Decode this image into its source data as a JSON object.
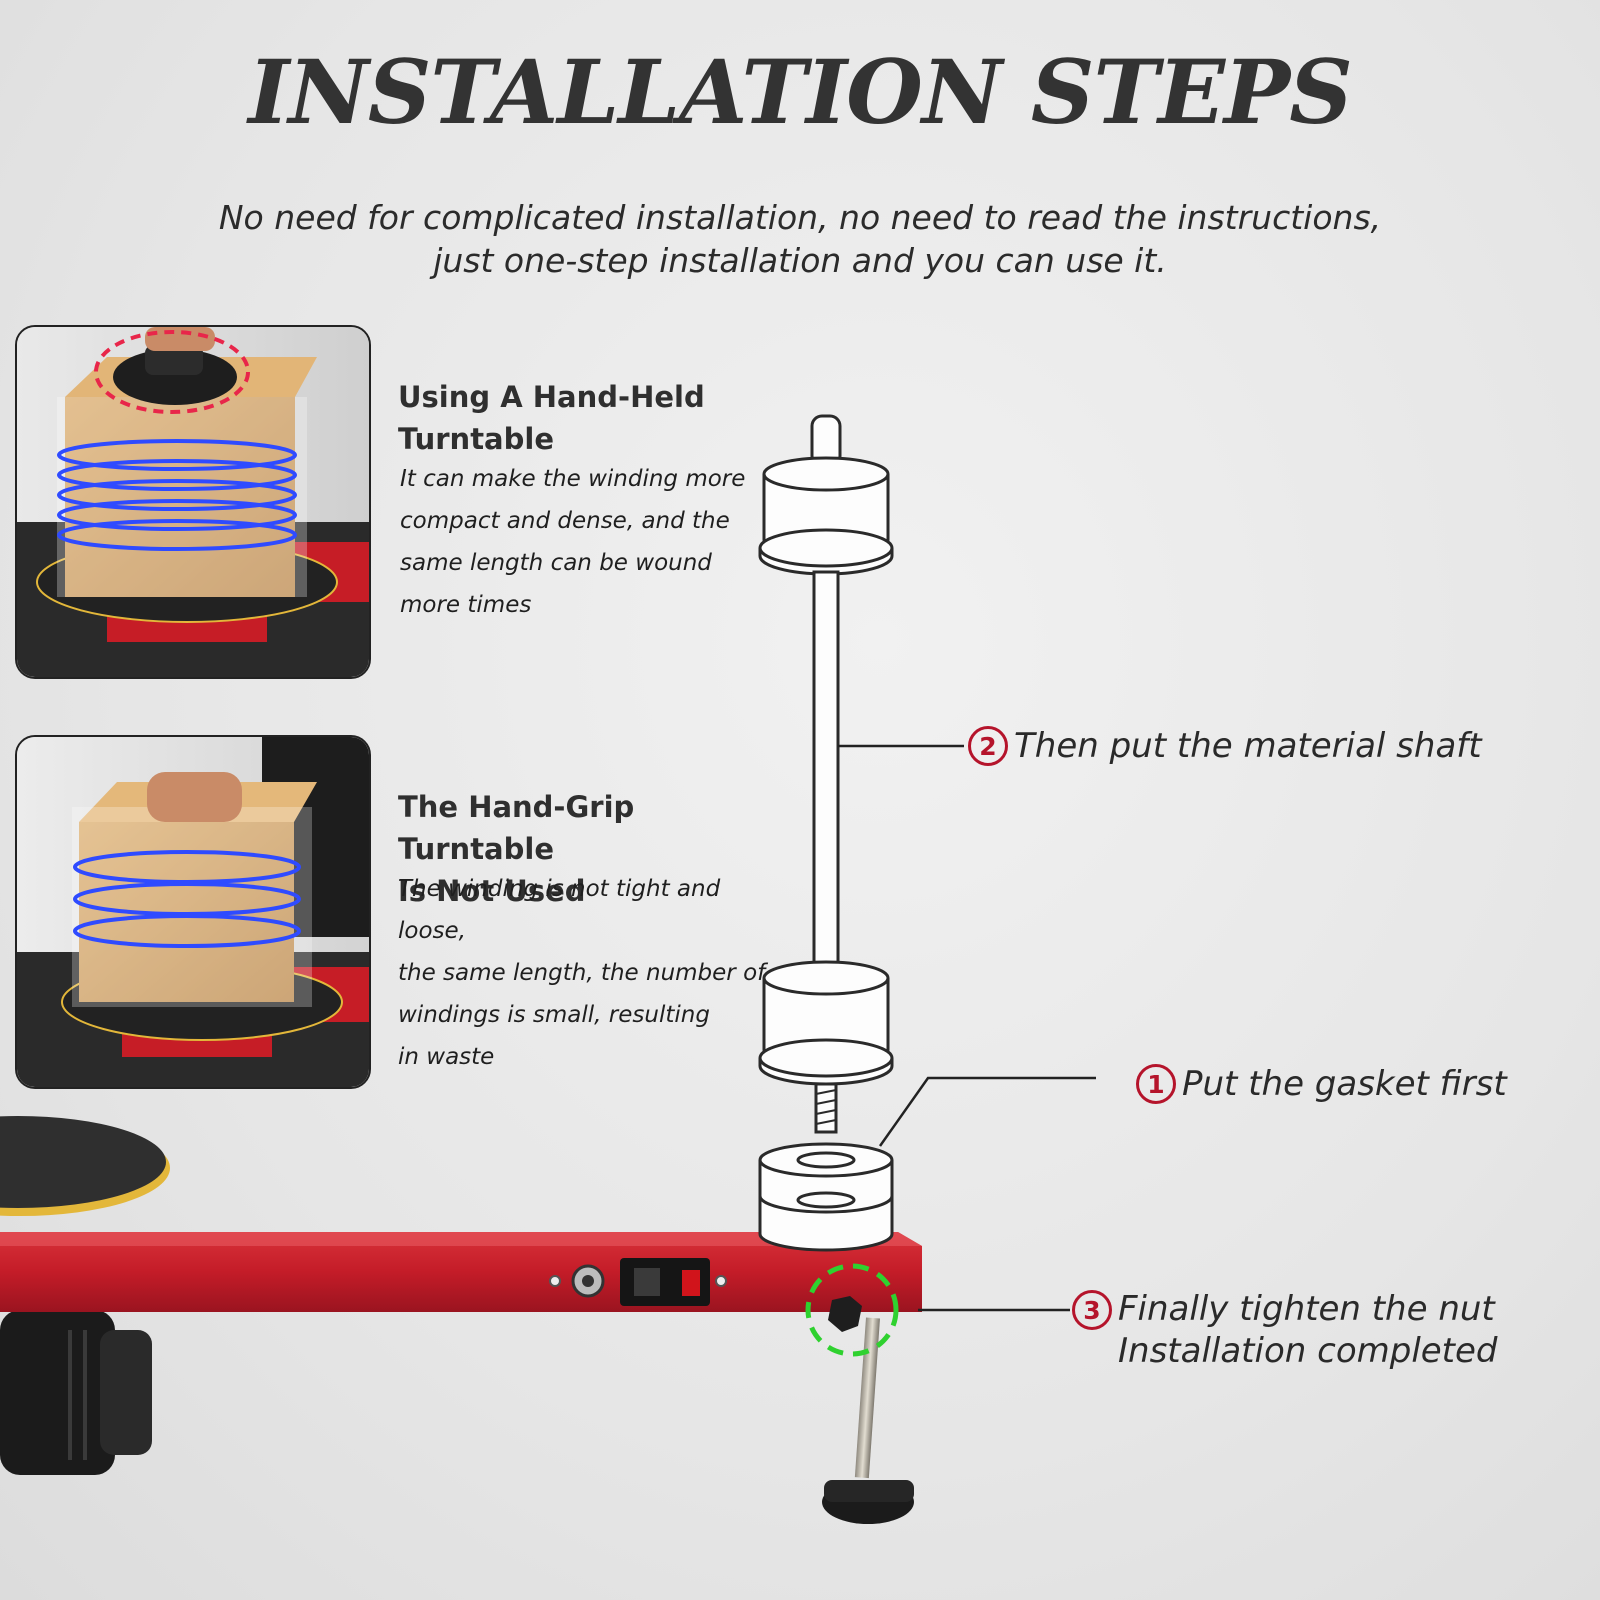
{
  "header": {
    "title": "INSTALLATION STEPS",
    "subtitle_line1": "No need for complicated installation, no need to read the instructions,",
    "subtitle_line2": "just one-step installation and you can use it."
  },
  "comparison": [
    {
      "heading_line1": "Using A Hand-Held",
      "heading_line2": "Turntable",
      "body": [
        "It can make the winding more",
        "compact and dense, and the",
        "same length can be wound",
        "more times"
      ],
      "highlight_color": "#e8264a"
    },
    {
      "heading_line1": "The Hand-Grip Turntable",
      "heading_line2": "Is Not Used",
      "body": [
        "The winding is not tight and loose,",
        "the same length, the number of",
        "windings is small, resulting",
        "in waste"
      ]
    }
  ],
  "steps": [
    {
      "number": "2",
      "text": "Then put the material shaft"
    },
    {
      "number": "1",
      "text": "Put the gasket first"
    },
    {
      "number": "3",
      "text_line1": "Finally tighten the nut",
      "text_line2": "Installation completed"
    }
  ],
  "colors": {
    "step_accent": "#b5142b",
    "frame_red": "#c41c28",
    "winding_blue": "#2f4bff",
    "nut_highlight": "#2fd12f"
  }
}
